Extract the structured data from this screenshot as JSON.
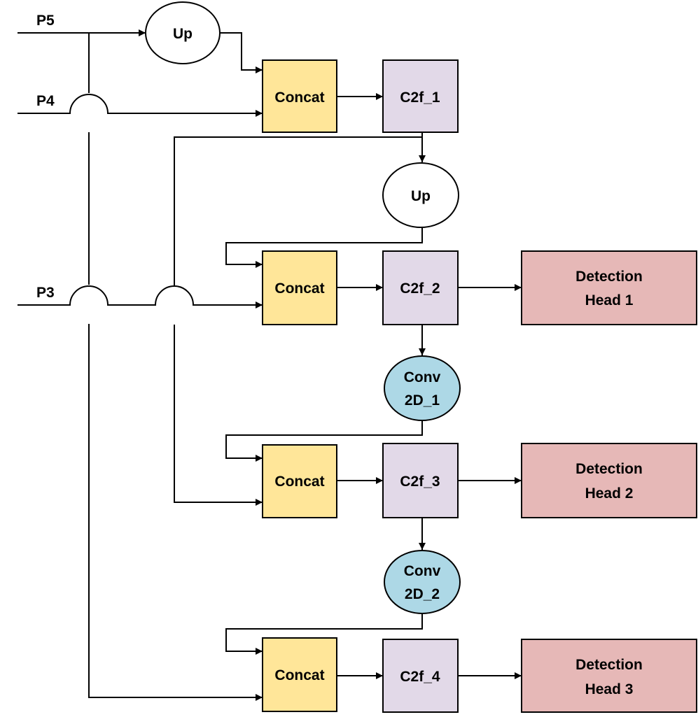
{
  "inputs": {
    "p5": "P5",
    "p4": "P4",
    "p3": "P3"
  },
  "nodes": {
    "up_1": "Up",
    "up_2": "Up",
    "concat_1": "Concat",
    "concat_2": "Concat",
    "concat_3": "Concat",
    "concat_4": "Concat",
    "c2f_1": "C2f_1",
    "c2f_2": "C2f_2",
    "c2f_3": "C2f_3",
    "c2f_4": "C2f_4",
    "conv2d_1": [
      "Conv",
      "2D_1"
    ],
    "conv2d_2": [
      "Conv",
      "2D_2"
    ],
    "head_1": [
      "Detection",
      "Head 1"
    ],
    "head_2": [
      "Detection",
      "Head 2"
    ],
    "head_3": [
      "Detection",
      "Head 3"
    ]
  },
  "colors": {
    "concat_fill": "#FFE699",
    "c2f_fill": "#E2D9E8",
    "conv_fill": "#ADD8E6",
    "head_fill": "#E6B8B7",
    "up_fill": "#FFFFFF",
    "line": "#000000"
  }
}
